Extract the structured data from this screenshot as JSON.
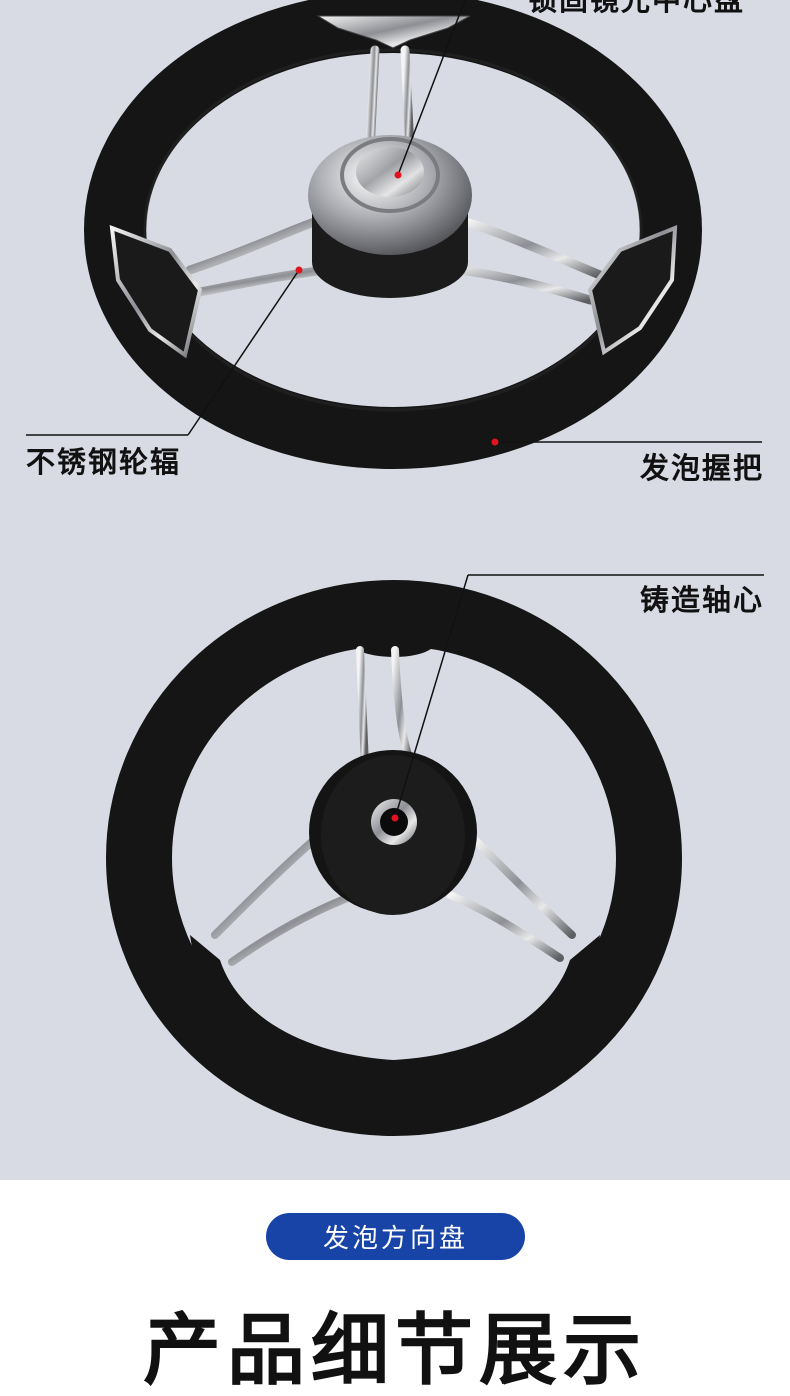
{
  "callouts": {
    "top_partial": "锁固镜光中心盘",
    "spoke": "不锈钢轮辐",
    "grip": "发泡握把",
    "hub": "铸造轴心"
  },
  "product_label": "发泡方向盘",
  "section_title": "产品细节展示",
  "colors": {
    "panel_bg": "#d8dbe3",
    "accent_blue": "#1844a8",
    "wheel_black": "#151515",
    "marker_red": "#e0141e"
  },
  "icons": {
    "top_wheel": "steering-wheel-front",
    "bottom_wheel": "steering-wheel-back"
  }
}
